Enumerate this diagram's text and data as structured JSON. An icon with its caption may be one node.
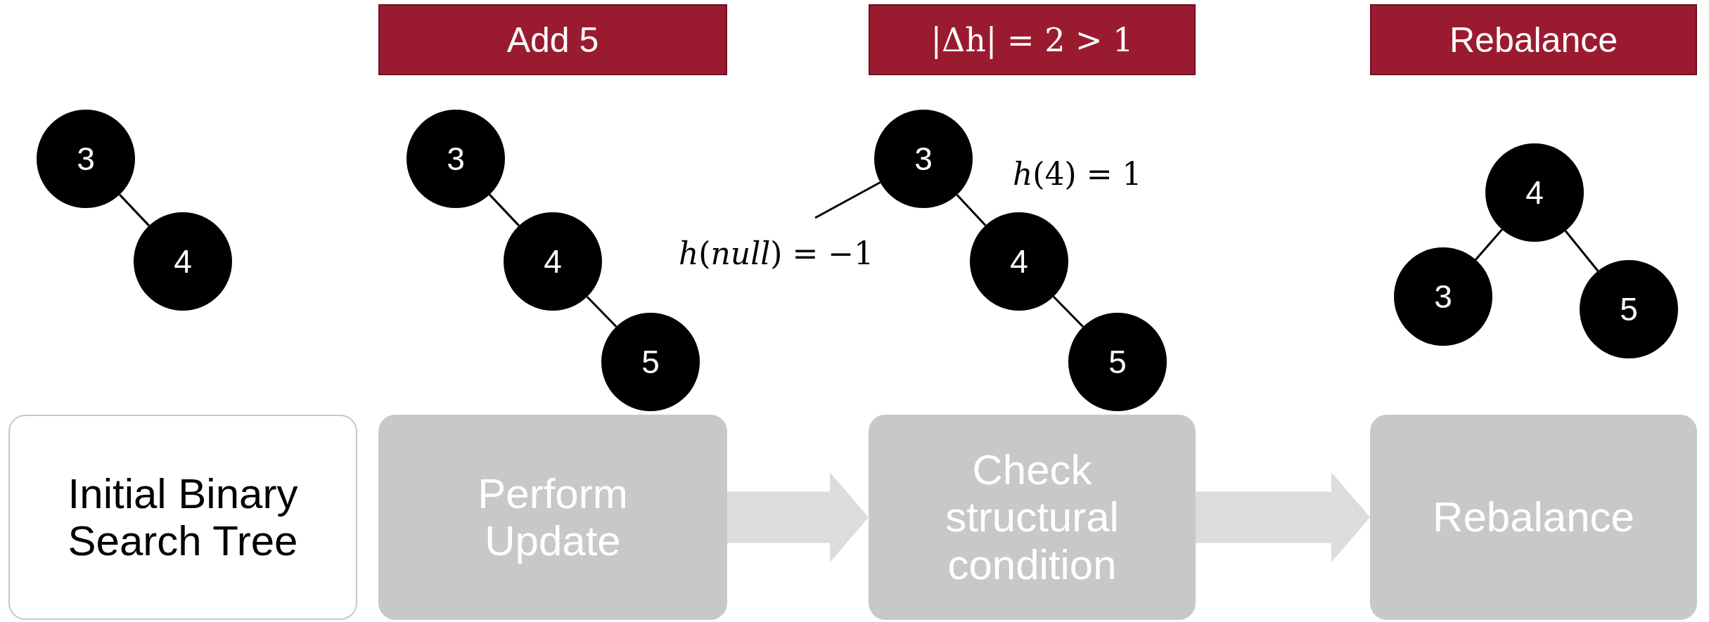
{
  "diagram": {
    "nodes": [
      {
        "text": [
          "3"
        ]
      },
      {
        "text": [
          "4"
        ]
      },
      {
        "text": [
          "Initial Binary Search Tree"
        ]
      },
      {
        "text": [
          "Add 5"
        ]
      },
      {
        "text": [
          "3"
        ]
      },
      {
        "text": [
          "4"
        ]
      },
      {
        "text": [
          "5"
        ]
      },
      {
        "text": [
          "Perform Update"
        ]
      },
      {
        "text": [
          "|Δh| = 2 > 1"
        ]
      },
      {
        "text": [
          "3"
        ]
      },
      {
        "text": [
          "4"
        ]
      },
      {
        "text": [
          "5"
        ]
      },
      {
        "text": [
          "Check structural condition"
        ]
      },
      {
        "text": [
          "Rebalance"
        ]
      },
      {
        "text": [
          "4"
        ]
      },
      {
        "text": [
          "3"
        ]
      },
      {
        "text": [
          "5"
        ]
      },
      {
        "text": [
          "Rebalance"
        ]
      }
    ],
    "edges": [
      {
        "from": 0,
        "to": 1,
        "arrow": "none"
      },
      {
        "from": 4,
        "to": 5,
        "arrow": "none"
      },
      {
        "from": 5,
        "to": 6,
        "arrow": "none"
      },
      {
        "from": 9,
        "to": null,
        "arrow": "none"
      },
      {
        "from": 9,
        "to": 10,
        "arrow": "none"
      },
      {
        "from": 10,
        "to": 11,
        "arrow": "none"
      },
      {
        "from": 14,
        "to": 15,
        "arrow": "none"
      },
      {
        "from": 14,
        "to": 16,
        "arrow": "none"
      },
      {
        "from": 7,
        "to": 12,
        "arrow": "to",
        "style": "thick",
        "color": "#dcdcdc"
      },
      {
        "from": 12,
        "to": 17,
        "arrow": "to",
        "style": "thick",
        "color": "#dcdcdc"
      }
    ],
    "labels": [
      "*h*(4) = 1",
      "*h*(*null*) = −1"
    ]
  }
}
